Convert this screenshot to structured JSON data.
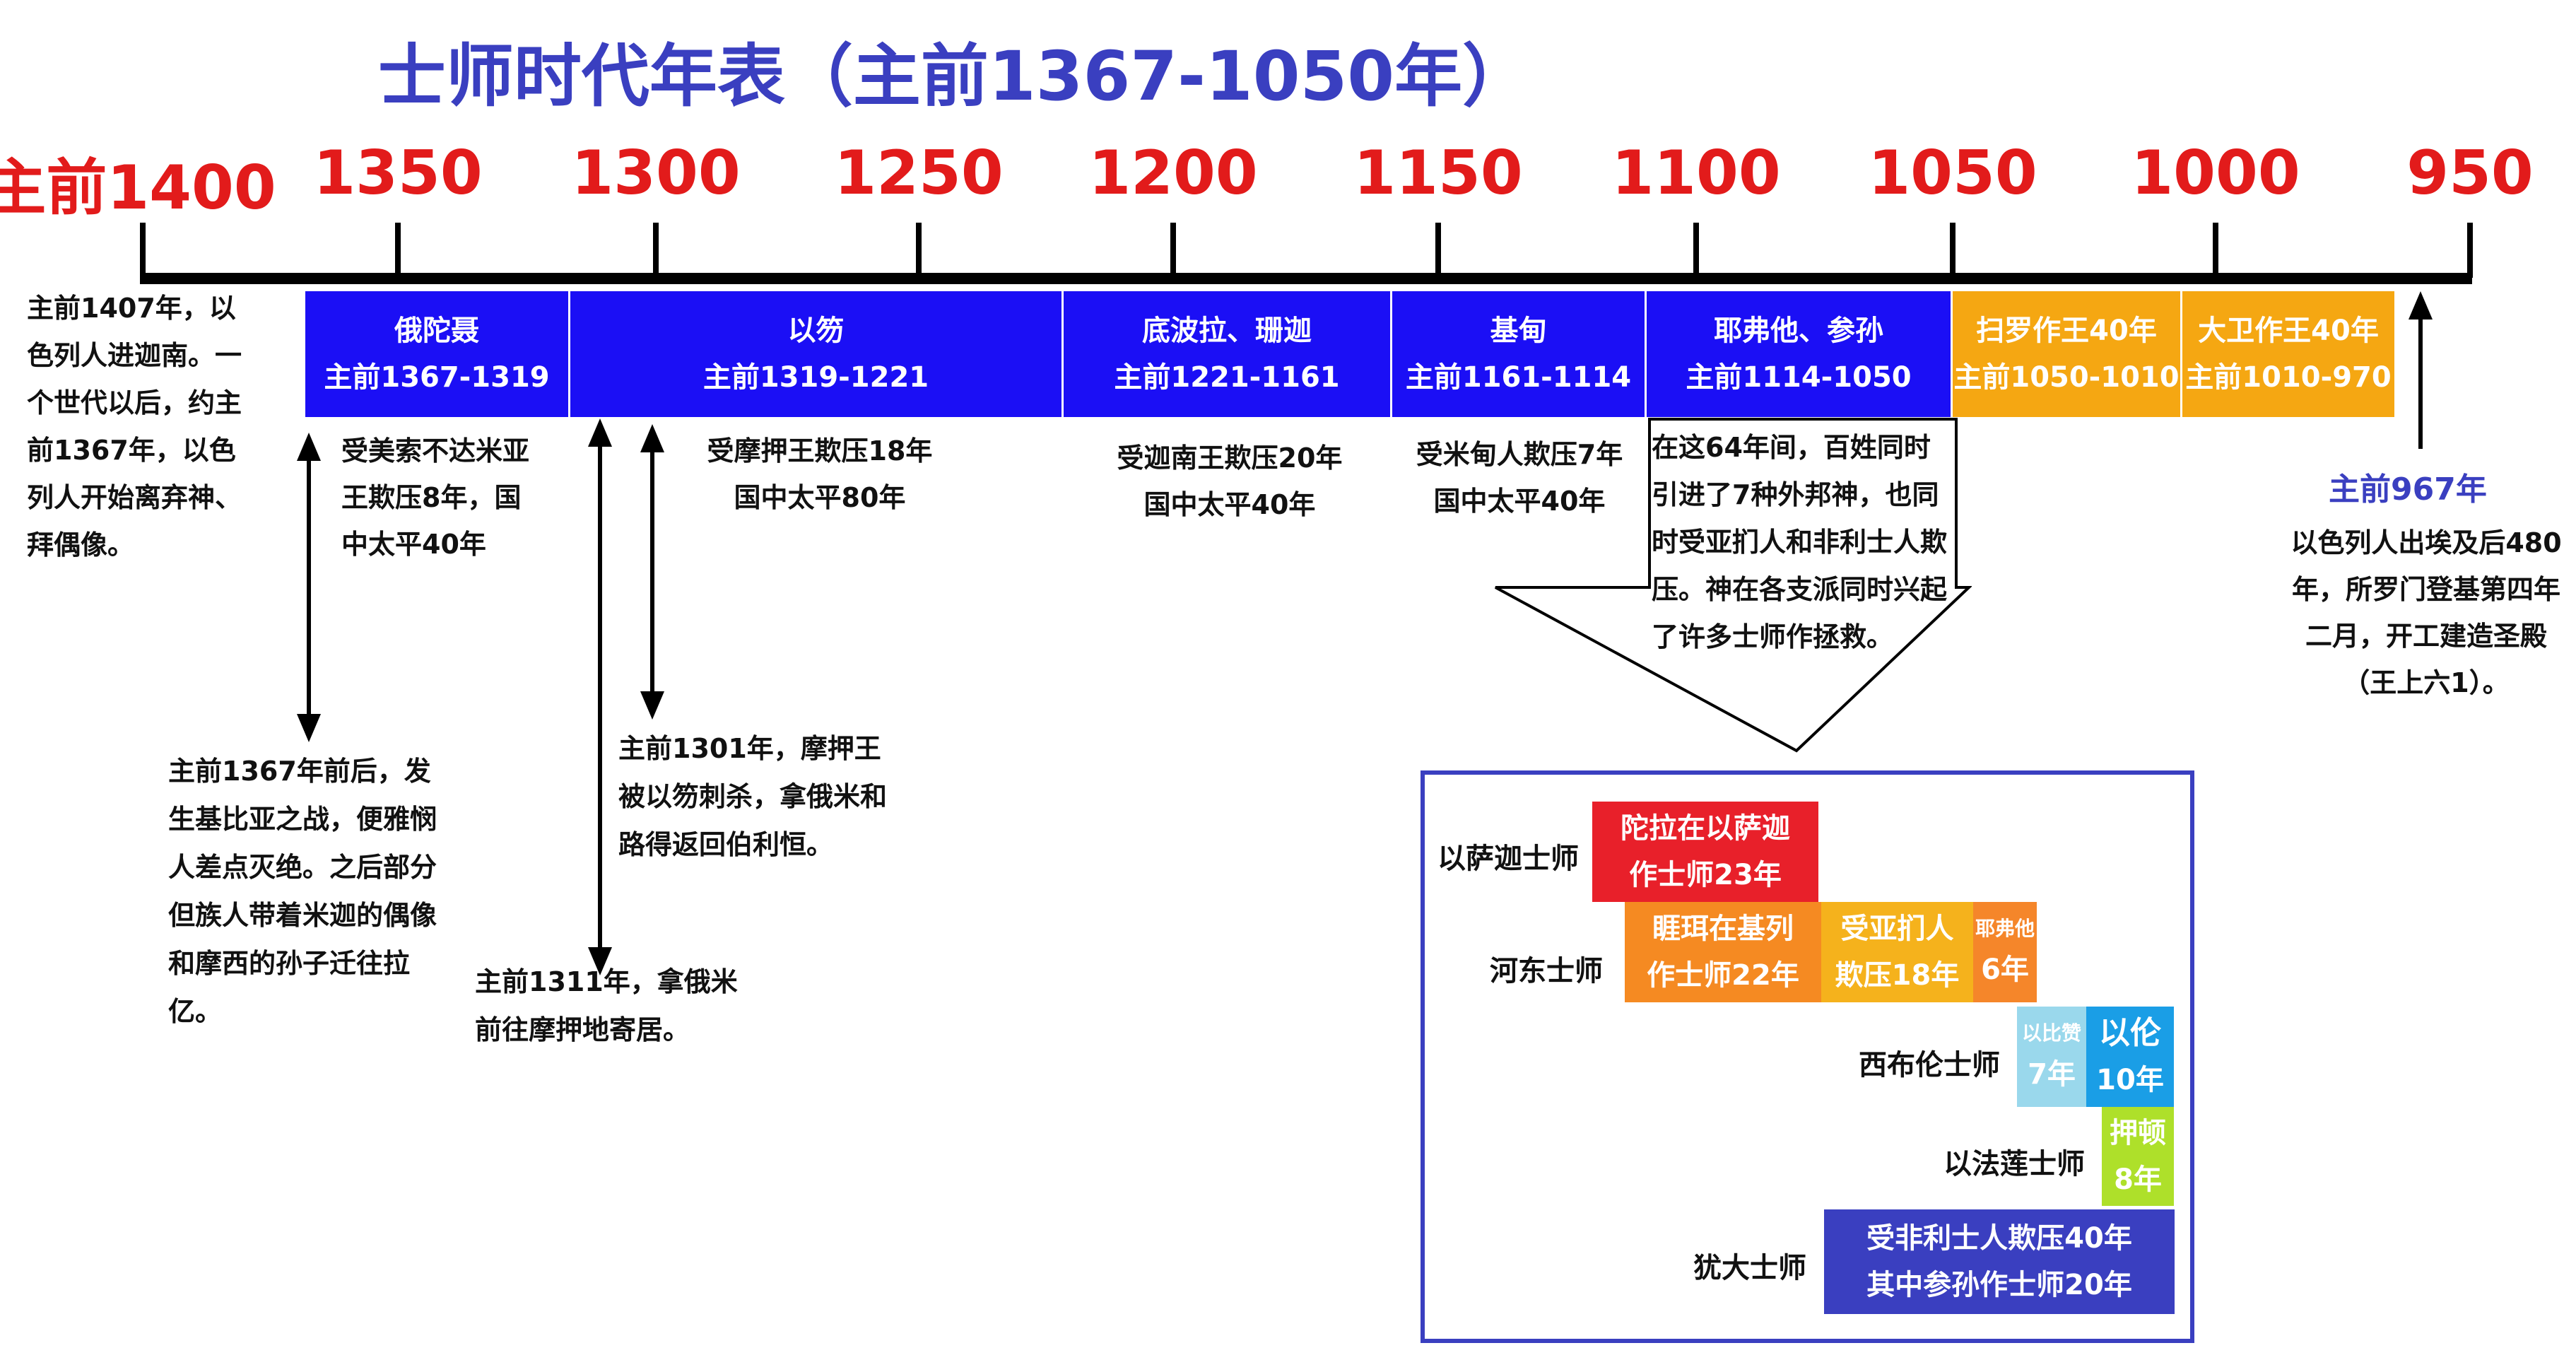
{
  "title": "士师时代年表（主前1367-1050年）",
  "axis": {
    "prefix": "主前",
    "ticks": [
      "1400",
      "1350",
      "1300",
      "1250",
      "1200",
      "1150",
      "1100",
      "1050",
      "1000",
      "950"
    ]
  },
  "periods": [
    {
      "name": "俄陀聂",
      "years": "主前1367-1319"
    },
    {
      "name": "以笏",
      "years": "主前1319-1221"
    },
    {
      "name": "底波拉、珊迦",
      "years": "主前1221-1161"
    },
    {
      "name": "基甸",
      "years": "主前1161-1114"
    },
    {
      "name": "耶弗他、参孙",
      "years": "主前1114-1050"
    },
    {
      "name": "扫罗作王40年",
      "years": "主前1050-1010"
    },
    {
      "name": "大卫作王40年",
      "years": "主前1010-970"
    }
  ],
  "notes": {
    "entry": [
      "主前1407年，以",
      "色列人进迦南。一",
      "个世代以后，约主",
      "前1367年，以色",
      "列人开始离弃神、",
      "拜偶像。"
    ],
    "othniel": [
      "受美索不达米亚",
      "王欺压8年，国",
      "中太平40年"
    ],
    "ehud": [
      "受摩押王欺压18年",
      "国中太平80年"
    ],
    "deborah": [
      "受迦南王欺压20年",
      "国中太平40年"
    ],
    "gideon": [
      "受米甸人欺压7年",
      "国中太平40年"
    ],
    "jephthah": [
      "在这64年间，百姓同时",
      "引进了7种外邦神，也同",
      "时受亚扪人和非利士人欺",
      "压。神在各支派同时兴起",
      "了许多士师作拯救。"
    ],
    "year967_label": "主前967年",
    "year967": [
      "以色列人出埃及后480",
      "年，所罗门登基第四年",
      "二月，开工建造圣殿",
      "（王上六1）。"
    ],
    "gibeah": [
      "主前1367年前后，发",
      "生基比亚之战，便雅悯",
      "人差点灭绝。之后部分",
      "但族人带着米迦的偶像",
      "和摩西的孙子迁往拉",
      "亿。"
    ],
    "eglon": [
      "主前1301年，摩押王",
      "被以笏刺杀，拿俄米和",
      "路得返回伯利恒。"
    ],
    "naomi": [
      "主前1311年，拿俄米",
      "前往摩押地寄居。"
    ]
  },
  "inset": {
    "rows": [
      {
        "label": "以萨迦士师"
      },
      {
        "label": "河东士师"
      },
      {
        "label": "西布伦士师"
      },
      {
        "label": "以法莲士师"
      },
      {
        "label": "犹大士师"
      }
    ],
    "boxes": {
      "tola": [
        "陀拉在以萨迦",
        "作士师23年"
      ],
      "jair": [
        "睚珥在基列",
        "作士师22年"
      ],
      "ammon": [
        "受亚扪人",
        "欺压18年"
      ],
      "jephthah": [
        "耶弗他",
        "6年"
      ],
      "ibzan": [
        "以比赞",
        "7年"
      ],
      "elon": [
        "以伦",
        "10年"
      ],
      "abdon": [
        "押顿",
        "8年"
      ],
      "judah": [
        "受非利士人欺压40年",
        "其中参孙作士师20年"
      ]
    },
    "colors": {
      "red": "#e8202a",
      "orange": "#f58a22",
      "yellow": "#f5b21c",
      "lightorange": "#f5862a",
      "lightblue": "#9ad8ec",
      "blue": "#1a9ee6",
      "green": "#aee02a",
      "indigo": "#3a3fc0"
    }
  }
}
